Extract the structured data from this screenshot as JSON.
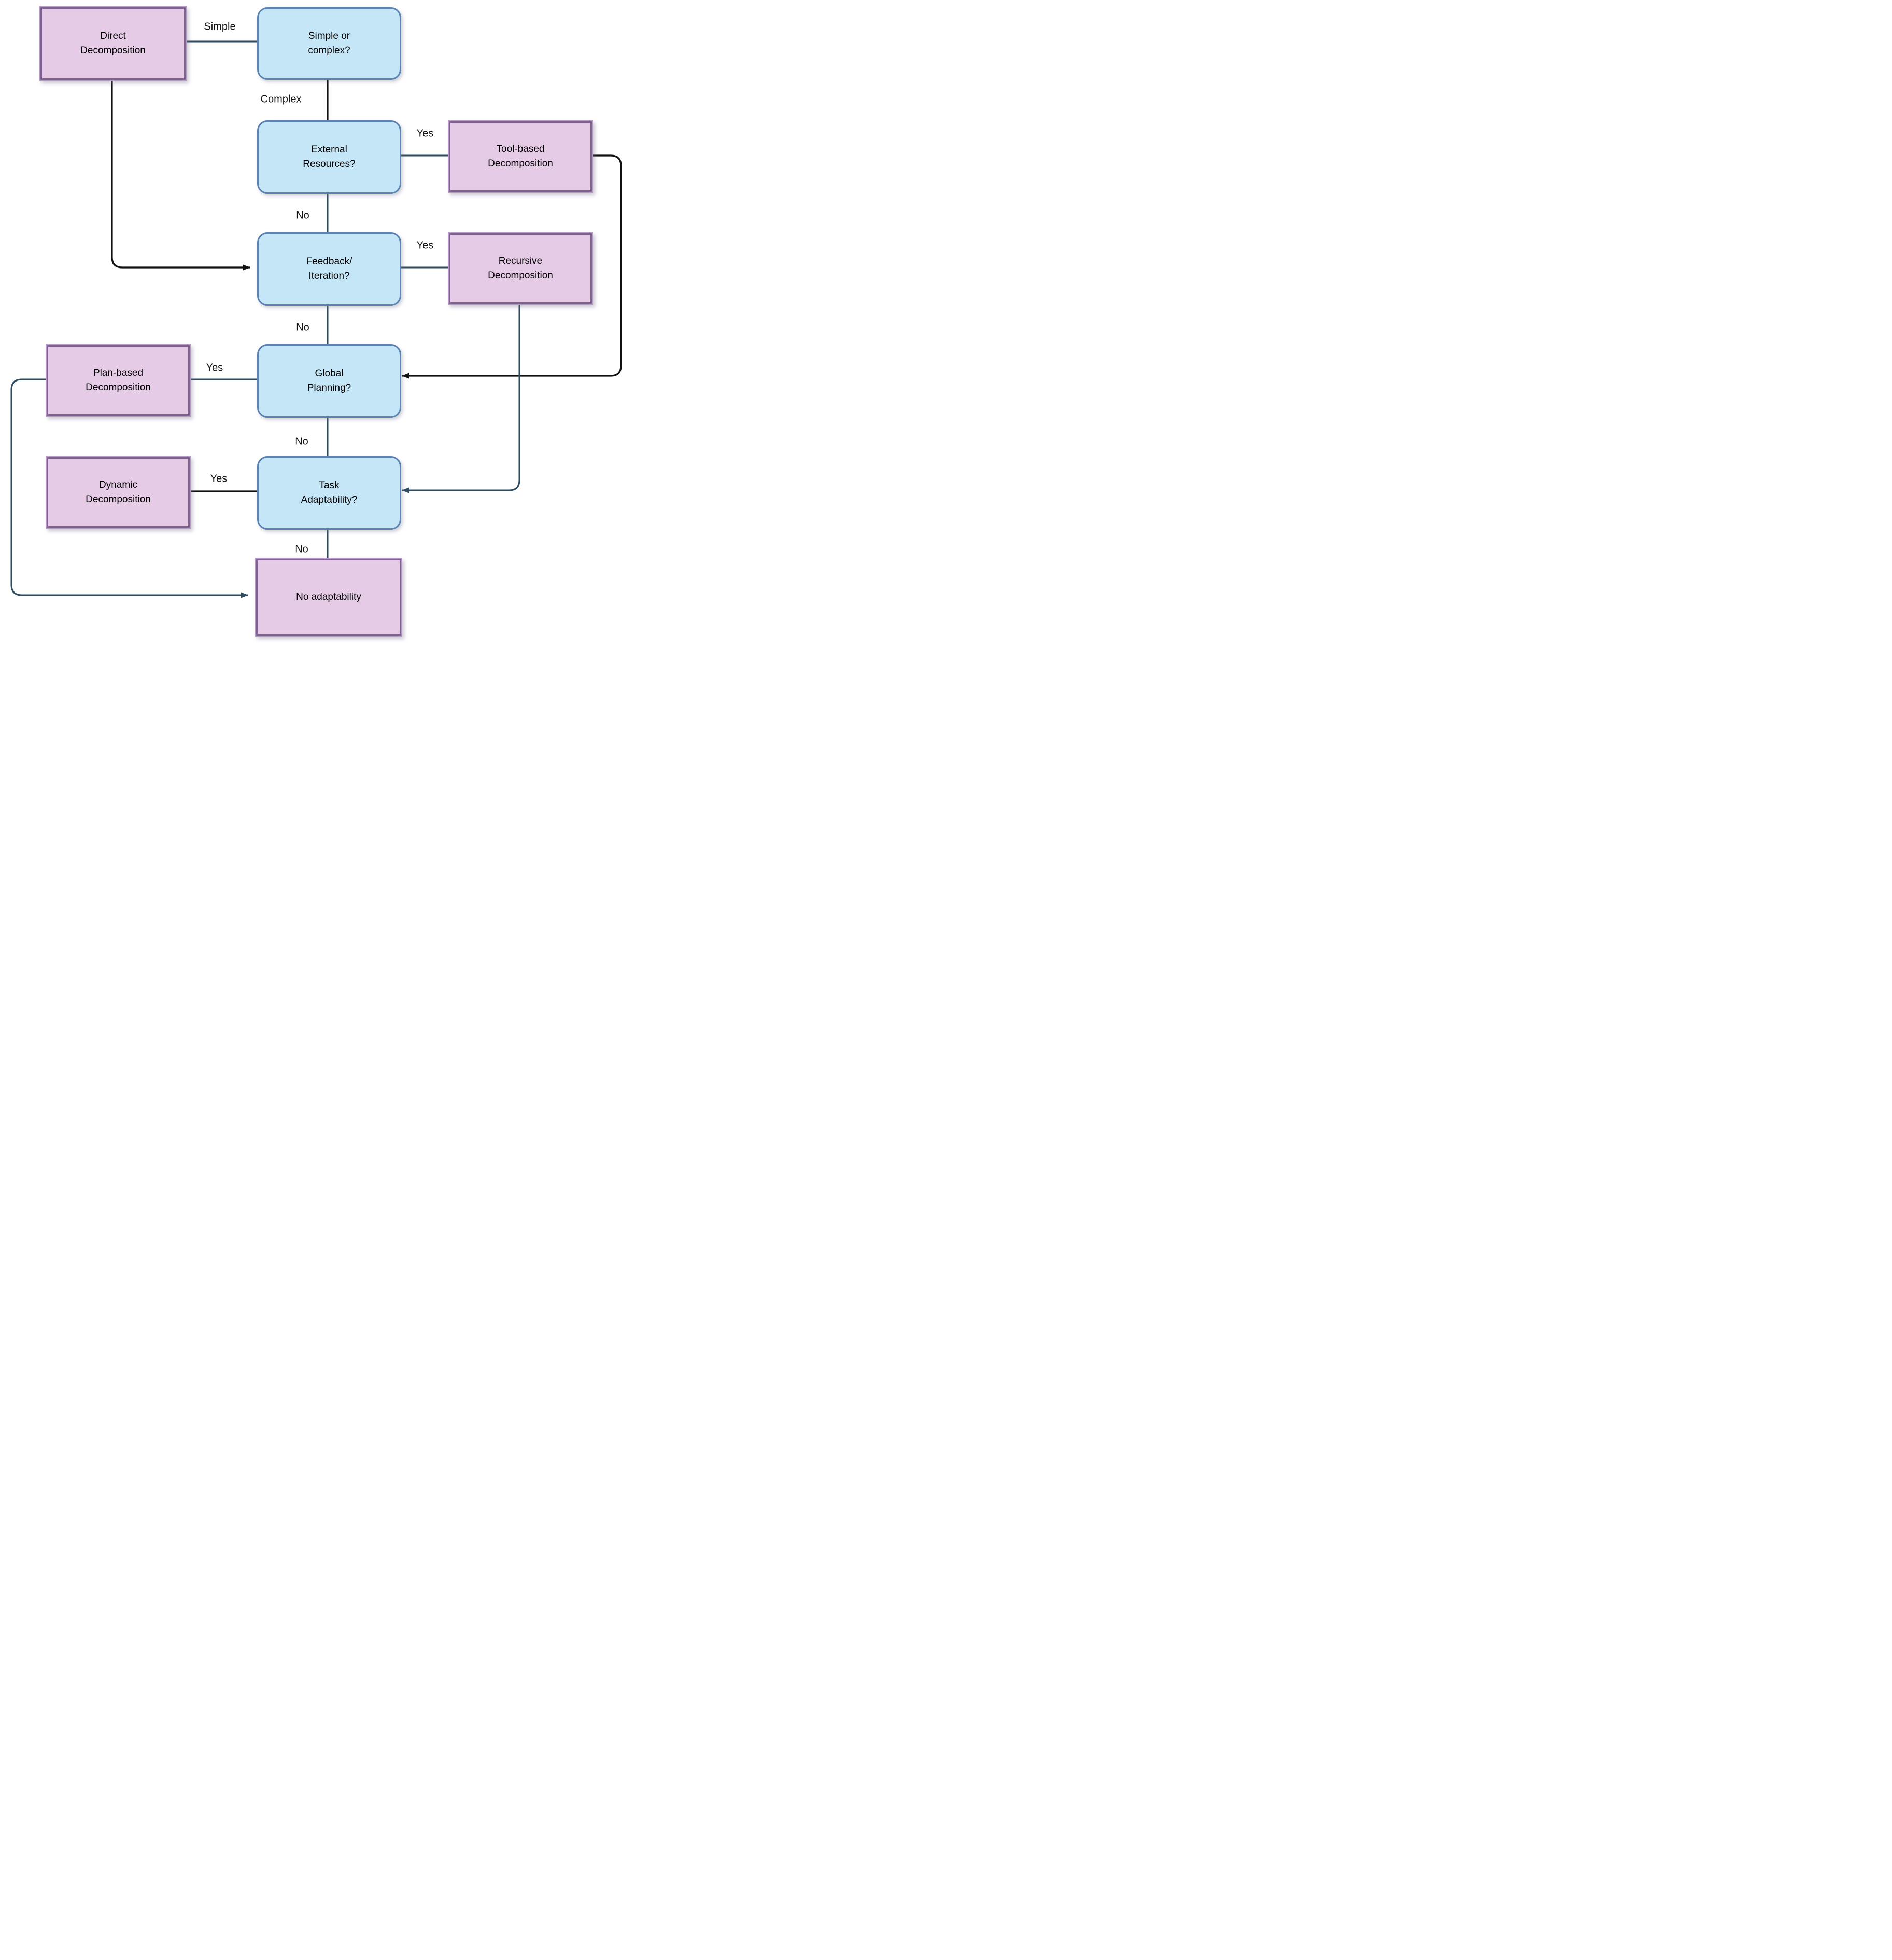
{
  "nodes": {
    "direct": {
      "line1": "Direct",
      "line2": "Decomposition"
    },
    "simple_complex": {
      "line1": "Simple or",
      "line2": "complex?"
    },
    "external": {
      "line1": "External",
      "line2": "Resources?"
    },
    "tool": {
      "line1": "Tool-based",
      "line2": "Decomposition"
    },
    "feedback": {
      "line1": "Feedback/",
      "line2": "Iteration?"
    },
    "recursive": {
      "line1": "Recursive",
      "line2": "Decomposition"
    },
    "global": {
      "line1": "Global",
      "line2": "Planning?"
    },
    "plan": {
      "line1": "Plan-based",
      "line2": "Decomposition"
    },
    "dynamic": {
      "line1": "Dynamic",
      "line2": "Decomposition"
    },
    "task": {
      "line1": "Task",
      "line2": "Adaptability?"
    },
    "no_adaptability": {
      "label": "No adaptability"
    }
  },
  "edge_labels": {
    "simple": "Simple",
    "complex": "Complex",
    "external_yes": "Yes",
    "external_no": "No",
    "feedback_yes": "Yes",
    "feedback_no": "No",
    "global_yes": "Yes",
    "global_no": "No",
    "task_yes": "Yes",
    "task_no": "No"
  },
  "colors": {
    "decision_fill": "#c5e6f7",
    "decision_border": "#5b83b3",
    "outcome_fill": "#e5cbe6",
    "outcome_border_dark": "#816092",
    "outcome_border_light": "#b69ac6",
    "connector_dark": "#2e4a5e",
    "connector_black": "#111111",
    "text": "#000000"
  }
}
